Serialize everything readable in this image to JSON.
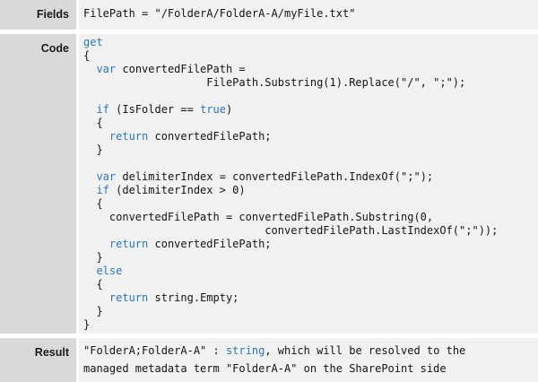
{
  "colors": {
    "keyword_blue": "#2878be",
    "label_bg": "#d9d9d9",
    "content_bg": "#f1f1f1",
    "text": "#141414"
  },
  "rows": {
    "fields": {
      "label": "Fields",
      "content": "FilePath = \"/FolderA/FolderA-A/myFile.txt\""
    },
    "code": {
      "label": "Code",
      "lines": [
        [
          {
            "c": "k",
            "t": "get"
          }
        ],
        [
          {
            "c": "p",
            "t": "{"
          }
        ],
        [
          {
            "c": "p",
            "t": "  "
          },
          {
            "c": "k",
            "t": "var"
          },
          {
            "c": "p",
            "t": " convertedFilePath ="
          }
        ],
        [
          {
            "c": "p",
            "t": "                   FilePath.Substring(1).Replace(\"/\", \";\");"
          }
        ],
        [],
        [
          {
            "c": "p",
            "t": "  "
          },
          {
            "c": "k",
            "t": "if"
          },
          {
            "c": "p",
            "t": " (IsFolder == "
          },
          {
            "c": "k",
            "t": "true"
          },
          {
            "c": "p",
            "t": ")"
          }
        ],
        [
          {
            "c": "p",
            "t": "  {"
          }
        ],
        [
          {
            "c": "p",
            "t": "    "
          },
          {
            "c": "k",
            "t": "return"
          },
          {
            "c": "p",
            "t": " convertedFilePath;"
          }
        ],
        [
          {
            "c": "p",
            "t": "  }"
          }
        ],
        [],
        [
          {
            "c": "p",
            "t": "  "
          },
          {
            "c": "k",
            "t": "var"
          },
          {
            "c": "p",
            "t": " delimiterIndex = convertedFilePath.IndexOf(\";\");"
          }
        ],
        [
          {
            "c": "p",
            "t": "  "
          },
          {
            "c": "k",
            "t": "if"
          },
          {
            "c": "p",
            "t": " (delimiterIndex > 0)"
          }
        ],
        [
          {
            "c": "p",
            "t": "  {"
          }
        ],
        [
          {
            "c": "p",
            "t": "    convertedFilePath = convertedFilePath.Substring(0,"
          }
        ],
        [
          {
            "c": "p",
            "t": "                            convertedFilePath.LastIndexOf(\";\"));"
          }
        ],
        [
          {
            "c": "p",
            "t": "    "
          },
          {
            "c": "k",
            "t": "return"
          },
          {
            "c": "p",
            "t": " convertedFilePath;"
          }
        ],
        [
          {
            "c": "p",
            "t": "  }"
          }
        ],
        [
          {
            "c": "p",
            "t": "  "
          },
          {
            "c": "k",
            "t": "else"
          }
        ],
        [
          {
            "c": "p",
            "t": "  {"
          }
        ],
        [
          {
            "c": "p",
            "t": "    "
          },
          {
            "c": "k",
            "t": "return"
          },
          {
            "c": "p",
            "t": " string.Empty;"
          }
        ],
        [
          {
            "c": "p",
            "t": "  }"
          }
        ],
        [
          {
            "c": "p",
            "t": "}"
          }
        ]
      ]
    },
    "result": {
      "label": "Result",
      "lines": [
        [
          {
            "c": "p",
            "t": "\"FolderA;FolderA-A\" : "
          },
          {
            "c": "k",
            "t": "string"
          },
          {
            "c": "p",
            "t": ", which will be resolved to the"
          }
        ],
        [
          {
            "c": "p",
            "t": "managed metadata term \"FolderA-A\" on the SharePoint side"
          }
        ]
      ]
    }
  }
}
